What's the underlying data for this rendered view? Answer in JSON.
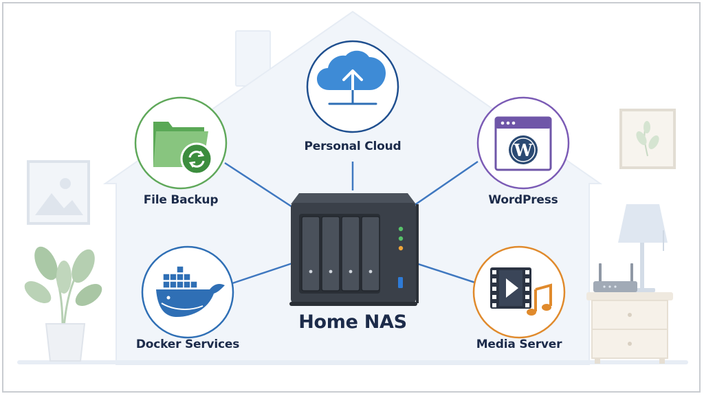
{
  "diagram": {
    "hub": {
      "label": "Home NAS"
    },
    "services": [
      {
        "id": "personal-cloud",
        "label": "Personal Cloud",
        "accent": "#1f4f8f",
        "icon": "cloud-upload-icon"
      },
      {
        "id": "file-backup",
        "label": "File Backup",
        "accent": "#5fa85a",
        "icon": "folder-sync-icon"
      },
      {
        "id": "wordpress",
        "label": "WordPress",
        "accent": "#7b5bb5",
        "icon": "wordpress-icon"
      },
      {
        "id": "docker-services",
        "label": "Docker Services",
        "accent": "#2f6fb5",
        "icon": "docker-whale-icon"
      },
      {
        "id": "media-server",
        "label": "Media Server",
        "accent": "#e08a2c",
        "icon": "media-film-music-icon"
      }
    ],
    "connector_color": "#3f78c0"
  }
}
